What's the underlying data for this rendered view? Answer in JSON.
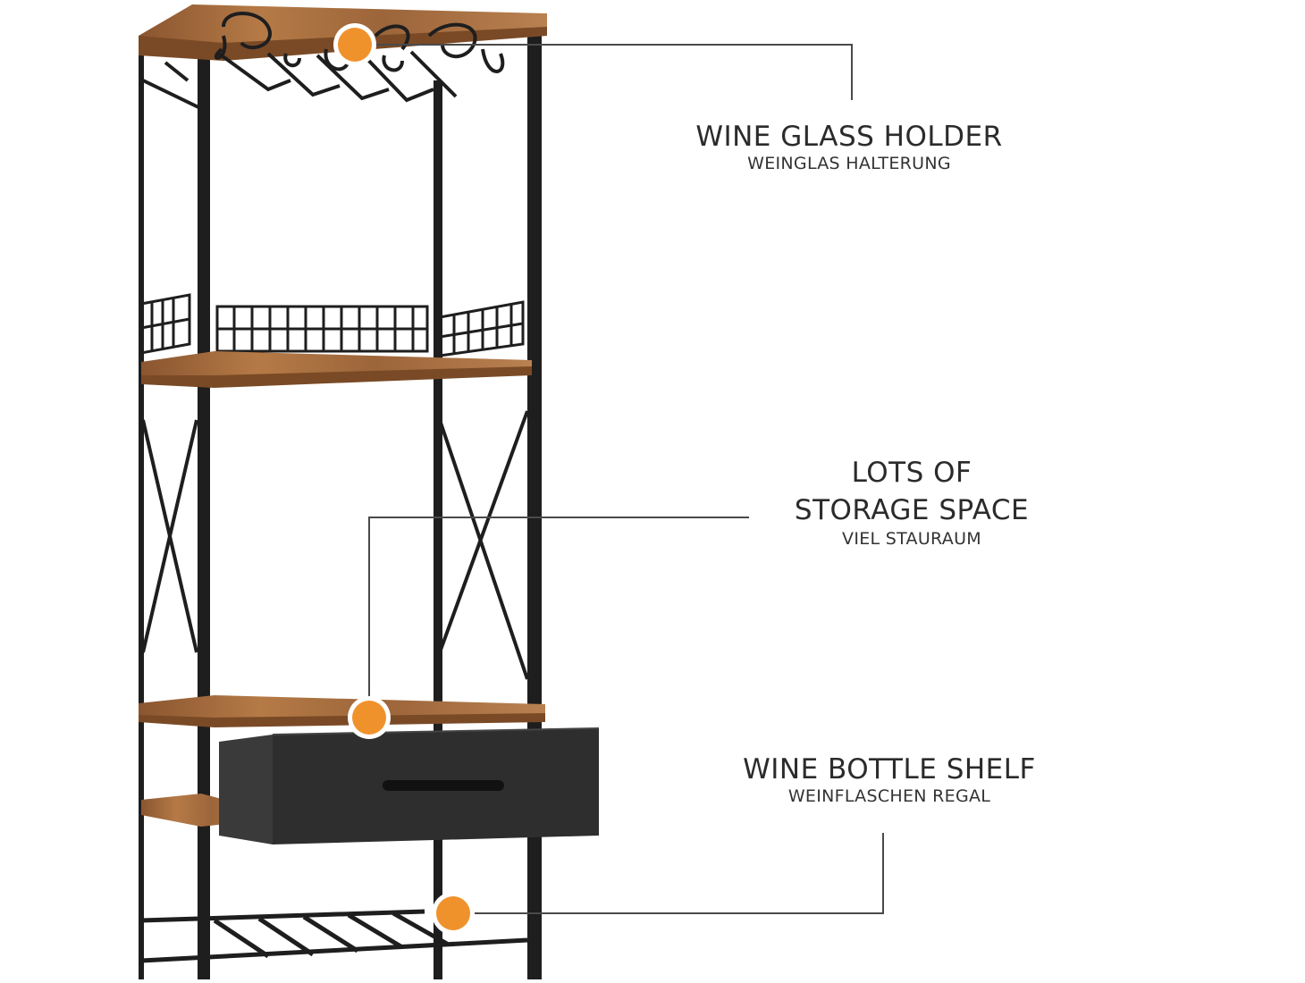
{
  "callouts": [
    {
      "title": "WINE GLASS HOLDER",
      "subtitle": "WEINGLAS HALTERUNG"
    },
    {
      "title_line1": "LOTS OF",
      "title_line2": "STORAGE SPACE",
      "subtitle": "VIEL STAURAUM"
    },
    {
      "title": "WINE BOTTLE SHELF",
      "subtitle": "WEINFLASCHEN REGAL"
    }
  ],
  "colors": {
    "marker": "#f0922c",
    "marker_ring": "#ffffff",
    "frame": "#1e1e1e",
    "wood": "#a86d3e",
    "wood_dark": "#7a4a26",
    "drawer": "#2e2e2e",
    "leader_line": "#4a4a4a"
  }
}
